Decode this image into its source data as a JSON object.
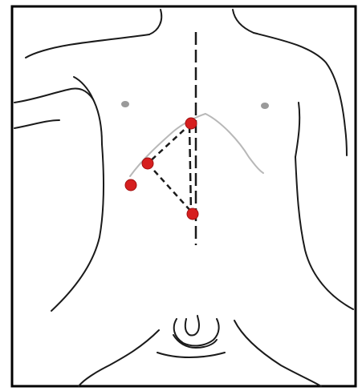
{
  "figure": {
    "subject": "torso-front-outline",
    "colors": {
      "frame": "#000000",
      "outline": "#1a1a1a",
      "ribs": "#b8b8b8",
      "guide_line": "#1a1a1a",
      "marker": "#d61f1f",
      "marker_edge": "#a01010"
    },
    "markers": [
      {
        "id": "xiphoid-point"
      },
      {
        "id": "costal-margin-point"
      },
      {
        "id": "lateral-point"
      },
      {
        "id": "midline-lower-point"
      }
    ],
    "connections": [
      {
        "from": "xiphoid-point",
        "to": "costal-margin-point",
        "style": "dashed"
      },
      {
        "from": "costal-margin-point",
        "to": "midline-lower-point",
        "style": "dashed"
      },
      {
        "from": "xiphoid-point",
        "to": "midline-lower-point",
        "style": "dashed"
      }
    ],
    "midline": {
      "style": "long-dashed"
    }
  }
}
